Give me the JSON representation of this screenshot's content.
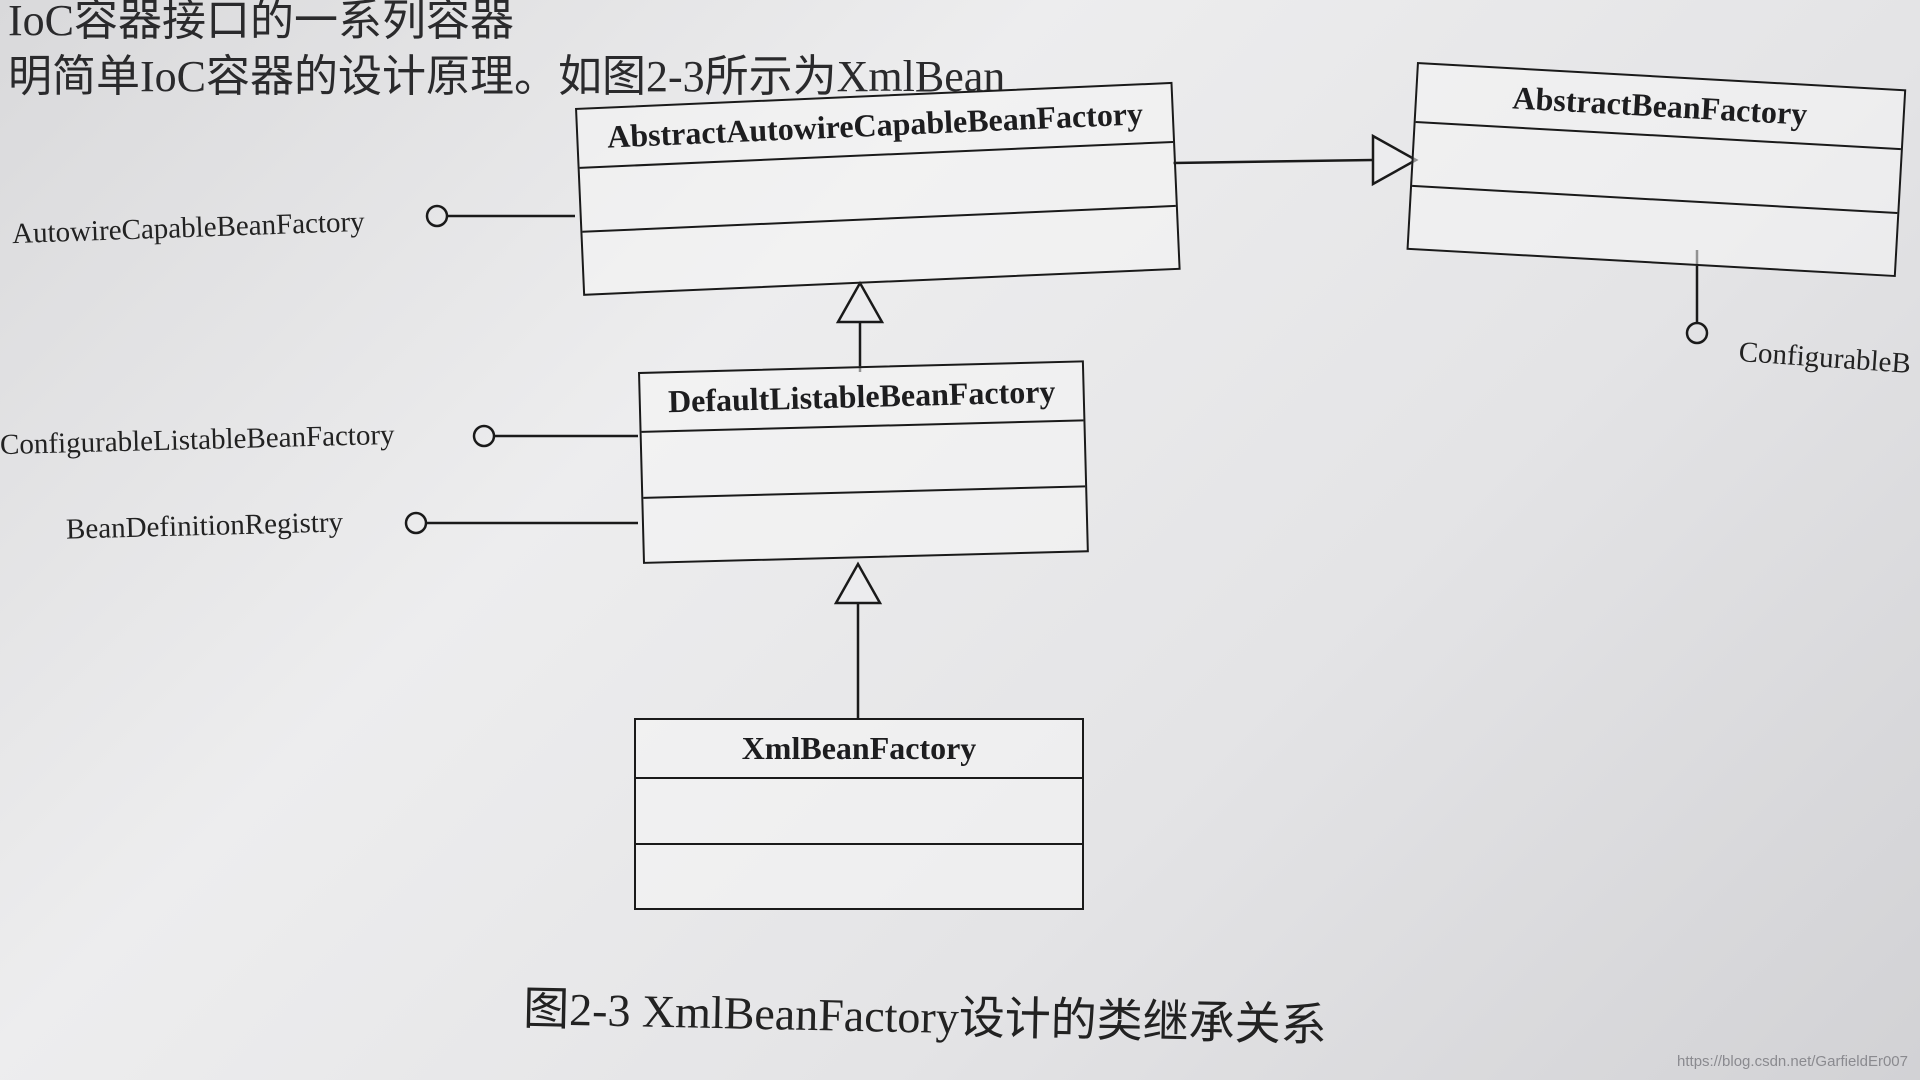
{
  "text": {
    "line1": "IoC容器接口的一系列容器",
    "line2": "明简单IoC容器的设计原理。如图2-3所示为XmlBean"
  },
  "classes": {
    "aacbf": "AbstractAutowireCapableBeanFactory",
    "abf": "AbstractBeanFactory",
    "dlbf": "DefaultListableBeanFactory",
    "xbf": "XmlBeanFactory"
  },
  "interfaces": {
    "acbf": "AutowireCapableBeanFactory",
    "clbf": "ConfigurableListableBeanFactory",
    "bdr": "BeanDefinitionRegistry",
    "cbf": "ConfigurableB"
  },
  "caption": "图2-3   XmlBeanFactory设计的类继承关系",
  "watermark": "https://blog.csdn.net/GarfieldEr007",
  "colors": {
    "line": "#1a1a1a",
    "paper": "#e4e4e6"
  }
}
